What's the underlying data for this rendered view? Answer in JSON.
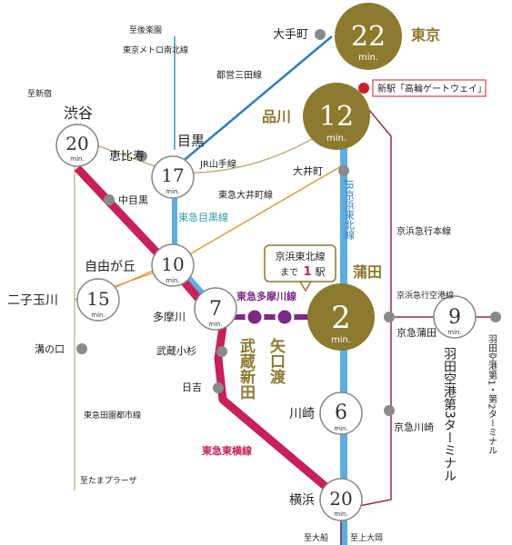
{
  "colors": {
    "gold": "#8c7a2e",
    "crimson": "#c9205a",
    "light_blue": "#5aaee0",
    "teal": "#2a9fb0",
    "blue": "#2f7cc0",
    "purple": "#7c2a86",
    "orange": "#e29a3a",
    "olive": "#b8b27a",
    "maroon": "#9b2a52",
    "red_dot": "#d01c2a"
  },
  "hub_stations": {
    "tokyo": {
      "minutes": "22",
      "unit": "min.",
      "name": "東京"
    },
    "shinagawa": {
      "minutes": "12",
      "unit": "min.",
      "name": "品川"
    },
    "kamata": {
      "minutes": "2",
      "unit": "min.",
      "name": "蒲田"
    }
  },
  "time_stations": {
    "shibuya": {
      "minutes": "20",
      "unit": "min.",
      "name": "渋谷"
    },
    "meguro": {
      "minutes": "17",
      "unit": "min.",
      "name": "目黒"
    },
    "jiyugaoka": {
      "minutes": "10",
      "unit": "min.",
      "name": "自由が丘"
    },
    "futakotamagawa": {
      "minutes": "15",
      "unit": "min.",
      "name": "二子玉川"
    },
    "tamagawa": {
      "minutes": "7",
      "unit": "min.",
      "name": "多摩川"
    },
    "kawasaki": {
      "minutes": "6",
      "unit": "min.",
      "name": "川崎"
    },
    "yokohama": {
      "minutes": "20",
      "unit": "min.",
      "name": "横浜"
    },
    "haneda3": {
      "minutes": "9",
      "unit": "min.",
      "name": "羽田空港第3ターミナル"
    }
  },
  "stations": {
    "otemachi": "大手町",
    "ebisu": "恵比寿",
    "nakameguro": "中目黒",
    "oimachi": "大井町",
    "mizonokuchi": "溝の口",
    "musashikosugi": "武蔵小杉",
    "hiyoshi": "日吉",
    "keikyu_kamata": "京急蒲田",
    "keikyu_kawasaki": "京急川崎",
    "haneda12": "羽田空港第1・第2ターミナル",
    "yaguchinowatashi": "矢口渡",
    "musashinitta": "武蔵新田",
    "takanawa": "新駅「高輪ゲートウェイ」"
  },
  "lines": {
    "jr_yamanote": "JR山手線",
    "toei_mita": "都営三田線",
    "tokyu_oimachi": "東急大井町線",
    "tokyu_meguro": "東急目黒線",
    "tokyu_tamagawa": "東急多摩川線",
    "tokyu_toyoko": "東急東横線",
    "tokyu_denentoshi": "東急田園都市線",
    "jr_keihin_tohoku": "JR京浜東北線",
    "keikyu_main": "京浜急行本線",
    "keikyu_airport": "京浜急行空港線",
    "metro_namboku": "東京メトロ南北線"
  },
  "directions": {
    "korakuen": "至後楽園",
    "shinjuku": "至新宿",
    "tama_plaza": "至たまプラーザ",
    "ofuna": "至大船",
    "kamiooka": "至上大岡"
  },
  "callout": {
    "line": "京浜東北線",
    "made": "まで",
    "count": "1",
    "unit": "駅"
  }
}
